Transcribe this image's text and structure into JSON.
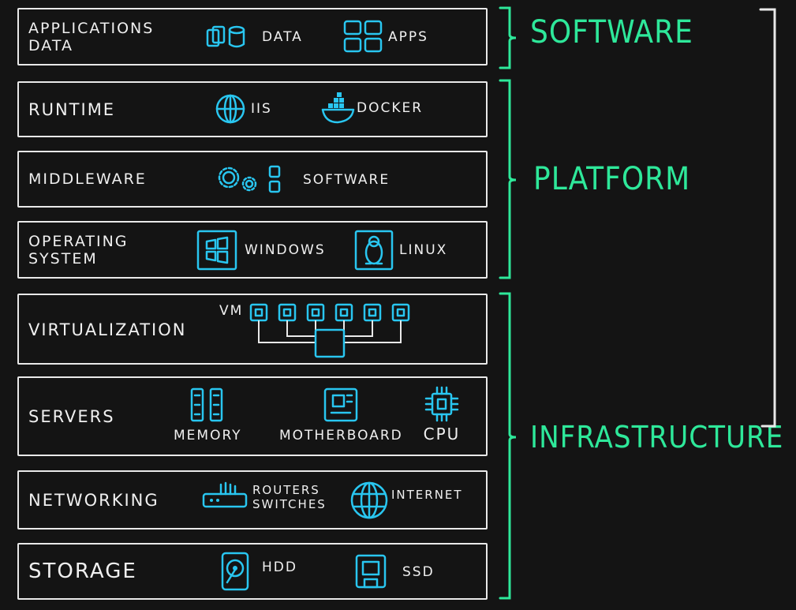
{
  "layers": [
    {
      "id": "applications-data",
      "label": "APPLICATIONS\nDATA",
      "items": [
        "DATA",
        "APPS"
      ]
    },
    {
      "id": "runtime",
      "label": "RUNTIME",
      "items": [
        "IIS",
        "DOCKER"
      ]
    },
    {
      "id": "middleware",
      "label": "MIDDLEWARE",
      "items": [
        "SOFTWARE"
      ]
    },
    {
      "id": "operating-system",
      "label": "OPERATING\nSYSTEM",
      "items": [
        "WINDOWS",
        "LINUX"
      ]
    },
    {
      "id": "virtualization",
      "label": "VIRTUALIZATION",
      "items": [
        "VM"
      ]
    },
    {
      "id": "servers",
      "label": "SERVERS",
      "items": [
        "MEMORY",
        "MOTHERBOARD",
        "CPU"
      ]
    },
    {
      "id": "networking",
      "label": "NETWORKING",
      "items": [
        "ROUTERS\nSWITCHES",
        "INTERNET"
      ]
    },
    {
      "id": "storage",
      "label": "STORAGE",
      "items": [
        "HDD",
        "SSD"
      ]
    }
  ],
  "categories": {
    "software": "SOFTWARE",
    "platform": "PLATFORM",
    "infrastructure": "INFRASTRUCTURE"
  },
  "colors": {
    "icon": "#29c6f0",
    "category": "#2ee89a",
    "stroke": "#e9e9e9",
    "background": "#141414"
  }
}
